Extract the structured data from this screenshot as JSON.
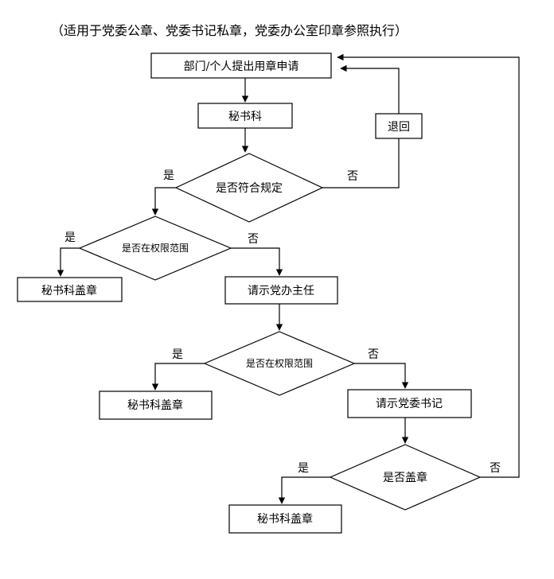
{
  "subtitle": "（适用于党委公章、党委书记私章，党委办公室印章参照执行）",
  "nodes": {
    "apply": "部门/个人提出用章申请",
    "secretariat": "秘书科",
    "return": "退回",
    "check_rules": "是否符合规定",
    "within_authority_1": "是否在权限范围",
    "seal_1": "秘书科盖章",
    "ask_director": "请示党办主任",
    "within_authority_2": "是否在权限范围",
    "seal_2": "秘书科盖章",
    "ask_secretary": "请示党委书记",
    "decide_seal": "是否盖章",
    "seal_3": "秘书科盖章"
  },
  "labels": {
    "yes_1": "是",
    "no_1": "否",
    "yes_2": "是",
    "no_2": "否",
    "yes_3": "是",
    "no_3": "否",
    "yes_4": "是",
    "no_4": "否"
  }
}
